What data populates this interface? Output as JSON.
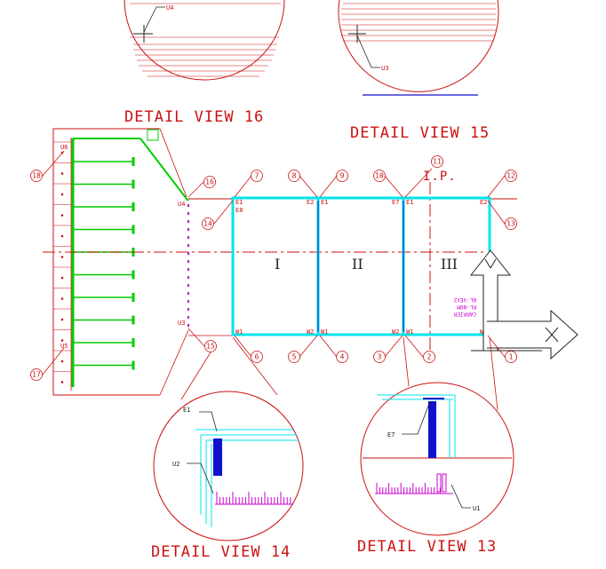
{
  "colors": {
    "line": "#cc1111",
    "frame": "#00e5ee",
    "green": "#00cc00",
    "blue": "#1111cc",
    "magenta": "#cc00cc",
    "dark": "#222222"
  },
  "detail_views": {
    "v16": "DETAIL VIEW 16",
    "v15": "DETAIL VIEW 15",
    "v14": "DETAIL VIEW 14",
    "v13": "DETAIL VIEW 13"
  },
  "callouts": {
    "c1": "1",
    "c2": "2",
    "c3": "3",
    "c4": "4",
    "c5": "5",
    "c6": "6",
    "c7": "7",
    "c8": "8",
    "c9": "9",
    "c10": "10",
    "c11": "11",
    "c12": "12",
    "c13": "13",
    "c14": "14",
    "c15": "15",
    "c16": "16",
    "c17": "17",
    "c18": "18"
  },
  "labels": {
    "u1": "U1",
    "u2": "U2",
    "u3": "U3",
    "u4": "U4",
    "u5": "U5",
    "u6": "U6",
    "e1": "E1",
    "e2": "E2",
    "e7": "E7",
    "e8": "E8",
    "w1": "W1",
    "w2": "W2",
    "w7": "W7",
    "ip": "I.P.",
    "bay1": "I",
    "bay2": "II",
    "bay3": "III",
    "note1": "CARRIER",
    "note2": "RL-NOM",
    "note3": "BL-VEX2"
  }
}
